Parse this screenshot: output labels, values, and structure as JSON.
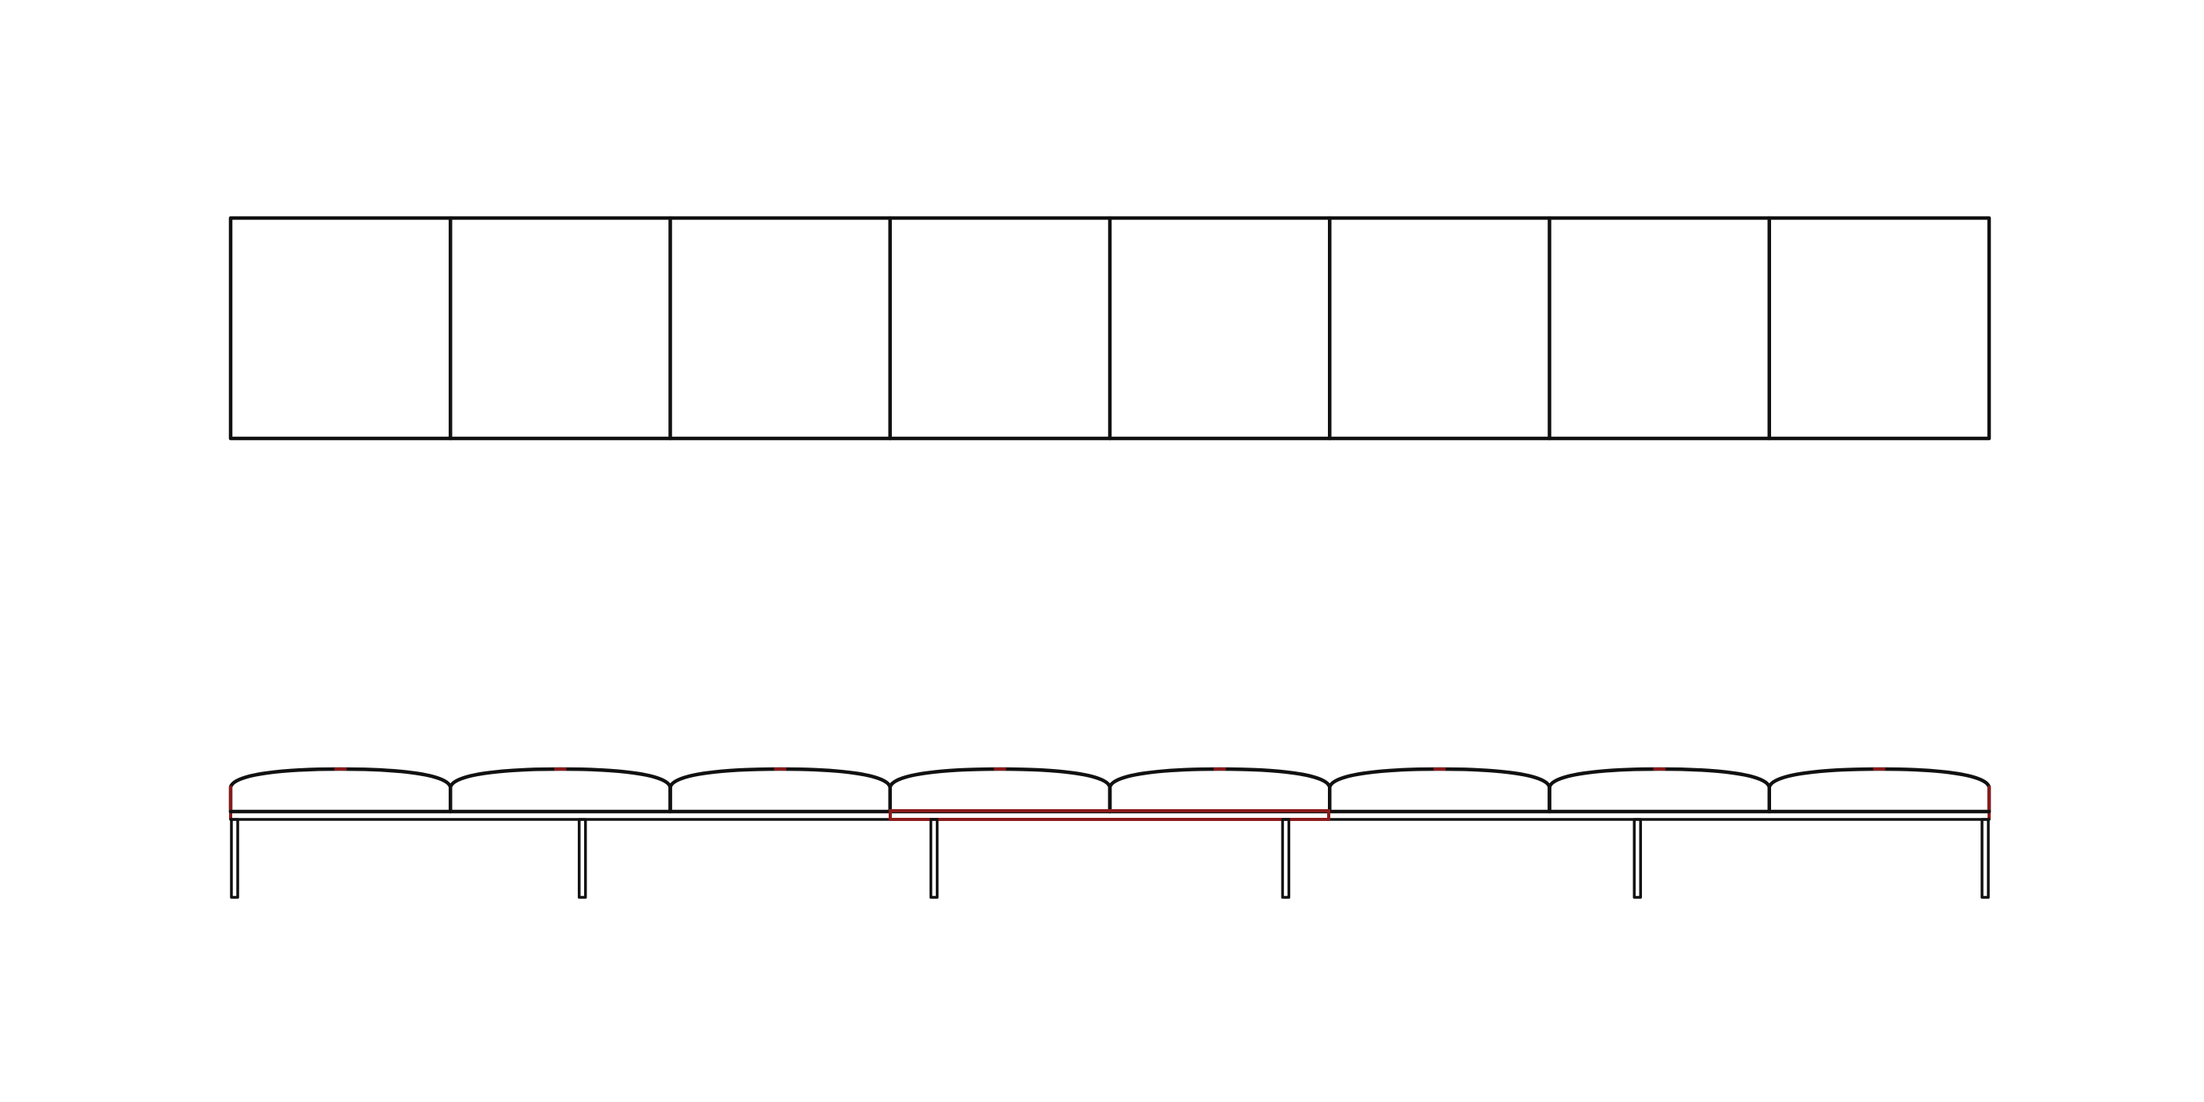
{
  "drawing": {
    "views": [
      "plan",
      "elevation"
    ],
    "seat_modules": 8,
    "leg_count": 6,
    "colors": {
      "line": "#111111",
      "accent": "#8b1a1a",
      "background": "#ffffff"
    }
  }
}
